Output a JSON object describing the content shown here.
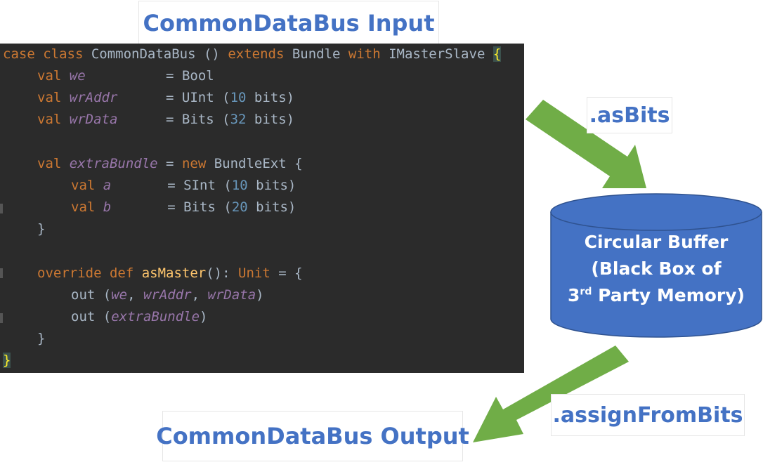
{
  "diagram": {
    "title_input": "CommonDataBus Input",
    "title_output": "CommonDataBus Output",
    "label_to_buffer": ".asBits",
    "label_from_buffer": ".assignFromBits",
    "buffer": {
      "line1": "Circular Buffer",
      "line2": "(Black Box of",
      "line3_pre": "3",
      "line3_sup": "rd",
      "line3_post": " Party Memory)"
    },
    "colors": {
      "label_text": "#4472c4",
      "cylinder": "#4472c4",
      "arrow": "#70ad47",
      "code_bg": "#2b2b2b"
    }
  },
  "code": {
    "l1": {
      "kw1": "case class ",
      "cls": "CommonDataBus () ",
      "kw2": "extends ",
      "bundle": "Bundle ",
      "kw3": "with ",
      "iface": "IMasterSlave ",
      "brace": "{"
    },
    "l2": {
      "kw": "val ",
      "name": "we",
      "pad": "          = ",
      "type": "Bool"
    },
    "l3": {
      "kw": "val ",
      "name": "wrAddr",
      "pad": "      = ",
      "type": "UInt (",
      "num": "10",
      "rest": " bits)"
    },
    "l4": {
      "kw": "val ",
      "name": "wrData",
      "pad": "      = ",
      "type": "Bits (",
      "num": "32",
      "rest": " bits)"
    },
    "l6": {
      "kw": "val ",
      "name": "extraBundle",
      "pad": " = ",
      "kw2": "new ",
      "type": "BundleExt {"
    },
    "l7": {
      "kw": "val ",
      "name": "a",
      "pad": "       = ",
      "type": "SInt (",
      "num": "10",
      "rest": " bits)"
    },
    "l8": {
      "kw": "val ",
      "name": "b",
      "pad": "       = ",
      "type": "Bits (",
      "num": "20",
      "rest": " bits)"
    },
    "l9": {
      "brace": "}"
    },
    "l11": {
      "kw1": "override ",
      "kw2": "def ",
      "fn": "asMaster",
      "mid": "(): ",
      "unit": "Unit",
      "rest": " = {"
    },
    "l12": {
      "fn": "out (",
      "a1": "we",
      "c1": ", ",
      "a2": "wrAddr",
      "c2": ", ",
      "a3": "wrData",
      "end": ")"
    },
    "l13": {
      "fn": "out (",
      "a1": "extraBundle",
      "end": ")"
    },
    "l14": {
      "brace": "}"
    },
    "l15": {
      "brace": "}"
    }
  }
}
